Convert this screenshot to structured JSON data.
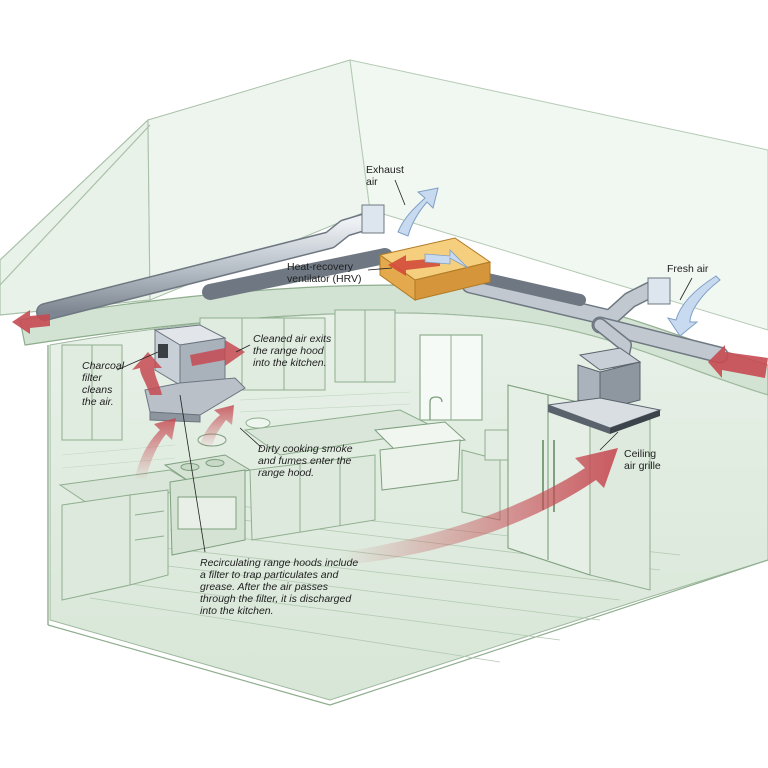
{
  "labels": {
    "exhaust_air": [
      "Exhaust",
      "air"
    ],
    "hrv": [
      "Heat-recovery",
      "ventilator (HRV)"
    ],
    "fresh_air": [
      "Fresh air"
    ],
    "cleaned_air": [
      "Cleaned air exits",
      "the range hood",
      "into the kitchen."
    ],
    "charcoal_filter": [
      "Charcoal",
      "filter",
      "cleans",
      "the air."
    ],
    "dirty_smoke": [
      "Dirty cooking smoke",
      "and fumes enter the",
      "range hood."
    ],
    "ceiling_grille": [
      "Ceiling",
      "air grille"
    ],
    "recirculating": [
      "Recirculating range hoods include",
      "a filter to trap particulates and",
      "grease. After the air passes",
      "through the filter, it is discharged",
      "into the kitchen."
    ]
  },
  "colors": {
    "wall": "#e4efe4",
    "line": "#9fb99f",
    "duct": "#b7bfc7",
    "hrv": "#e6a84a",
    "exhaust_arrow": "#c8daf0",
    "supply_arrow": "#c64a52"
  }
}
